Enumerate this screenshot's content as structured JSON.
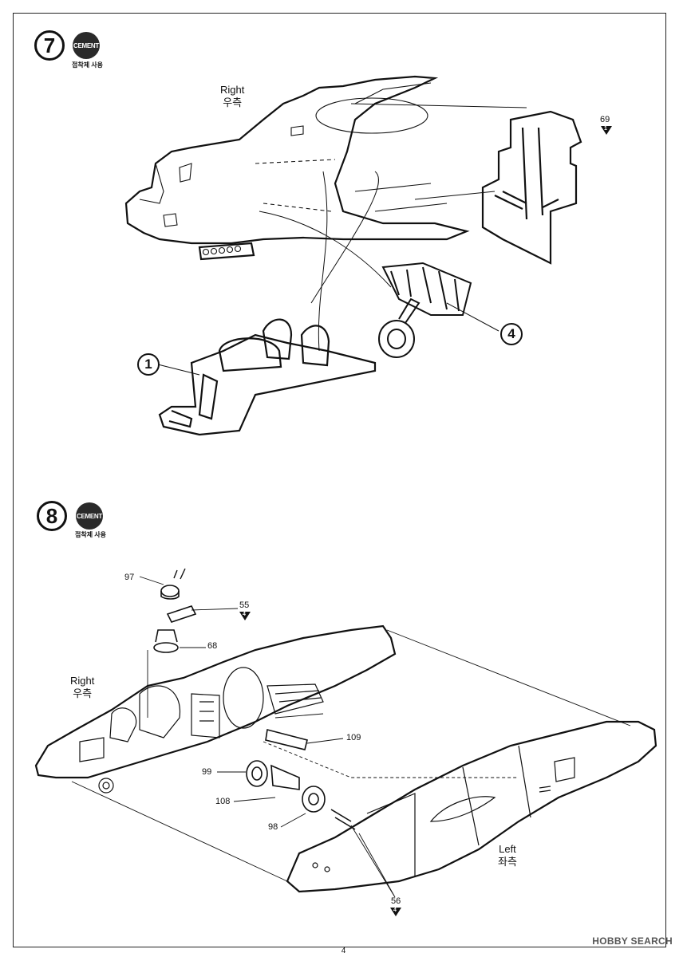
{
  "page": {
    "number": "4",
    "watermark": "HOBBY SEARCH"
  },
  "step7": {
    "number": "7",
    "cement_badge": "CEMENT",
    "cement_caption": "접착제 사용",
    "side_label_en": "Right",
    "side_label_ko": "우측",
    "parts": {
      "p69": {
        "number": "69",
        "sprue": "1"
      },
      "p1": {
        "number": "1"
      },
      "p4": {
        "number": "4"
      }
    }
  },
  "step8": {
    "number": "8",
    "cement_badge": "CEMENT",
    "cement_caption": "접착제 사용",
    "right_label_en": "Right",
    "right_label_ko": "우측",
    "left_label_en": "Left",
    "left_label_ko": "좌측",
    "parts": {
      "p97": "97",
      "p55": {
        "number": "55",
        "sprue": "4"
      },
      "p68": "68",
      "p109": "109",
      "p99": "99",
      "p108": "108",
      "p98": "98",
      "p56": {
        "number": "56",
        "sprue": "4"
      }
    }
  }
}
